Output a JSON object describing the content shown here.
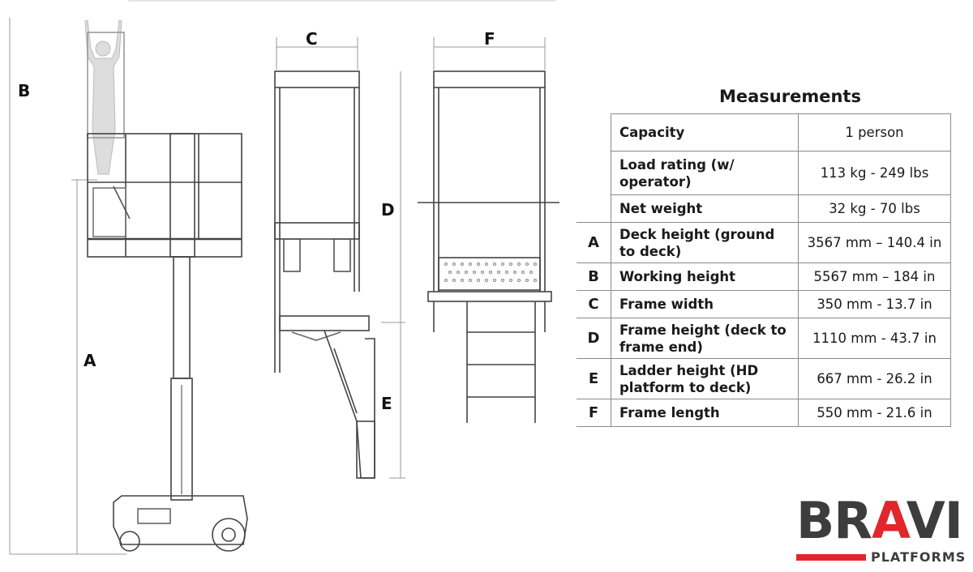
{
  "labels": {
    "a": "A",
    "b": "B",
    "c": "C",
    "d": "D",
    "e": "E",
    "f": "F"
  },
  "table": {
    "title": "Measurements",
    "rows": [
      {
        "key": "",
        "name": "Capacity",
        "value": "1 person"
      },
      {
        "key": "",
        "name": "Load rating (w/ operator)",
        "value": "113 kg  - 249 lbs"
      },
      {
        "key": "",
        "name": "Net weight",
        "value": "32 kg - 70 lbs"
      },
      {
        "key": "A",
        "name": "Deck height (ground to deck)",
        "value": "3567 mm – 140.4 in"
      },
      {
        "key": "B",
        "name": "Working height",
        "value": "5567 mm – 184 in"
      },
      {
        "key": "C",
        "name": "Frame width",
        "value": "350 mm - 13.7 in"
      },
      {
        "key": "D",
        "name": "Frame height (deck to frame end)",
        "value": "1110 mm - 43.7 in"
      },
      {
        "key": "E",
        "name": "Ladder height (HD platform to deck)",
        "value": "667 mm - 26.2 in"
      },
      {
        "key": "F",
        "name": "Frame length",
        "value": "550 mm - 21.6 in"
      }
    ]
  },
  "logo": {
    "brand": "BRAVI",
    "sub": "PLATFORMS",
    "brand_color": "#3d3d3d",
    "accent_color": "#e1262c"
  }
}
